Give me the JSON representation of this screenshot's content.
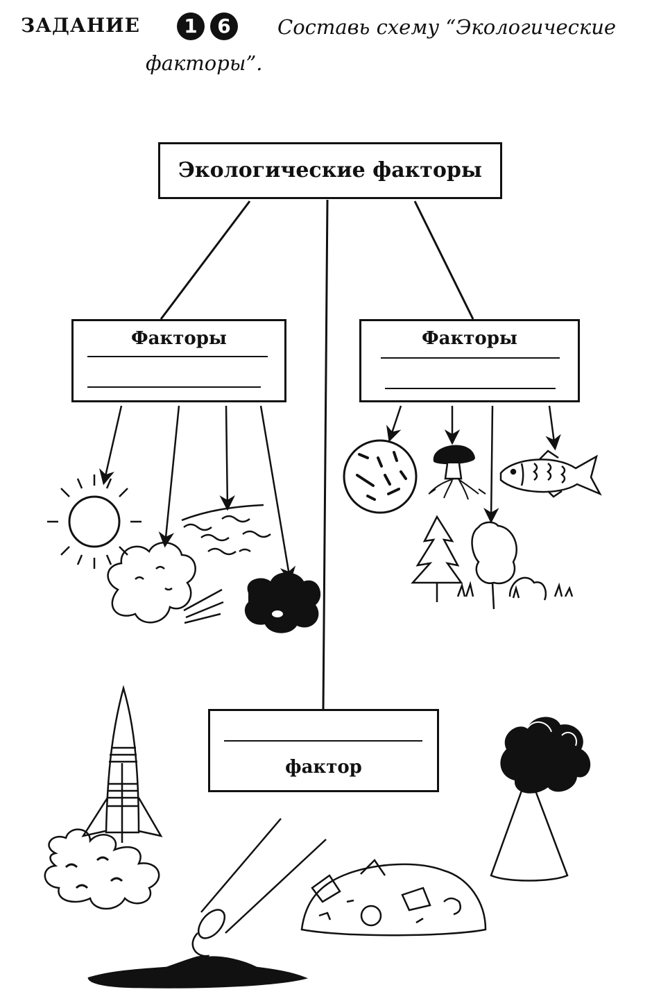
{
  "header": {
    "task_label": "ЗАДАНИЕ",
    "task_digits": [
      "1",
      "6"
    ],
    "instruction_line1": "Составь схему “Экологические",
    "instruction_line2": "факторы”."
  },
  "diagram": {
    "root_title": "Экологические факторы",
    "left_box_title": "Факторы",
    "right_box_title": "Факторы",
    "bottom_box_title": "фактор"
  },
  "icons": {
    "left_group": [
      "sun-icon",
      "cloud-wind-icon",
      "water-icon",
      "soil-icon"
    ],
    "right_group": [
      "bacteria-icon",
      "mushroom-icon",
      "fish-icon",
      "trees-icon"
    ],
    "bottom_group": [
      "rocket-icon",
      "pipe-waste-icon",
      "garbage-icon",
      "smoke-stack-icon"
    ]
  }
}
